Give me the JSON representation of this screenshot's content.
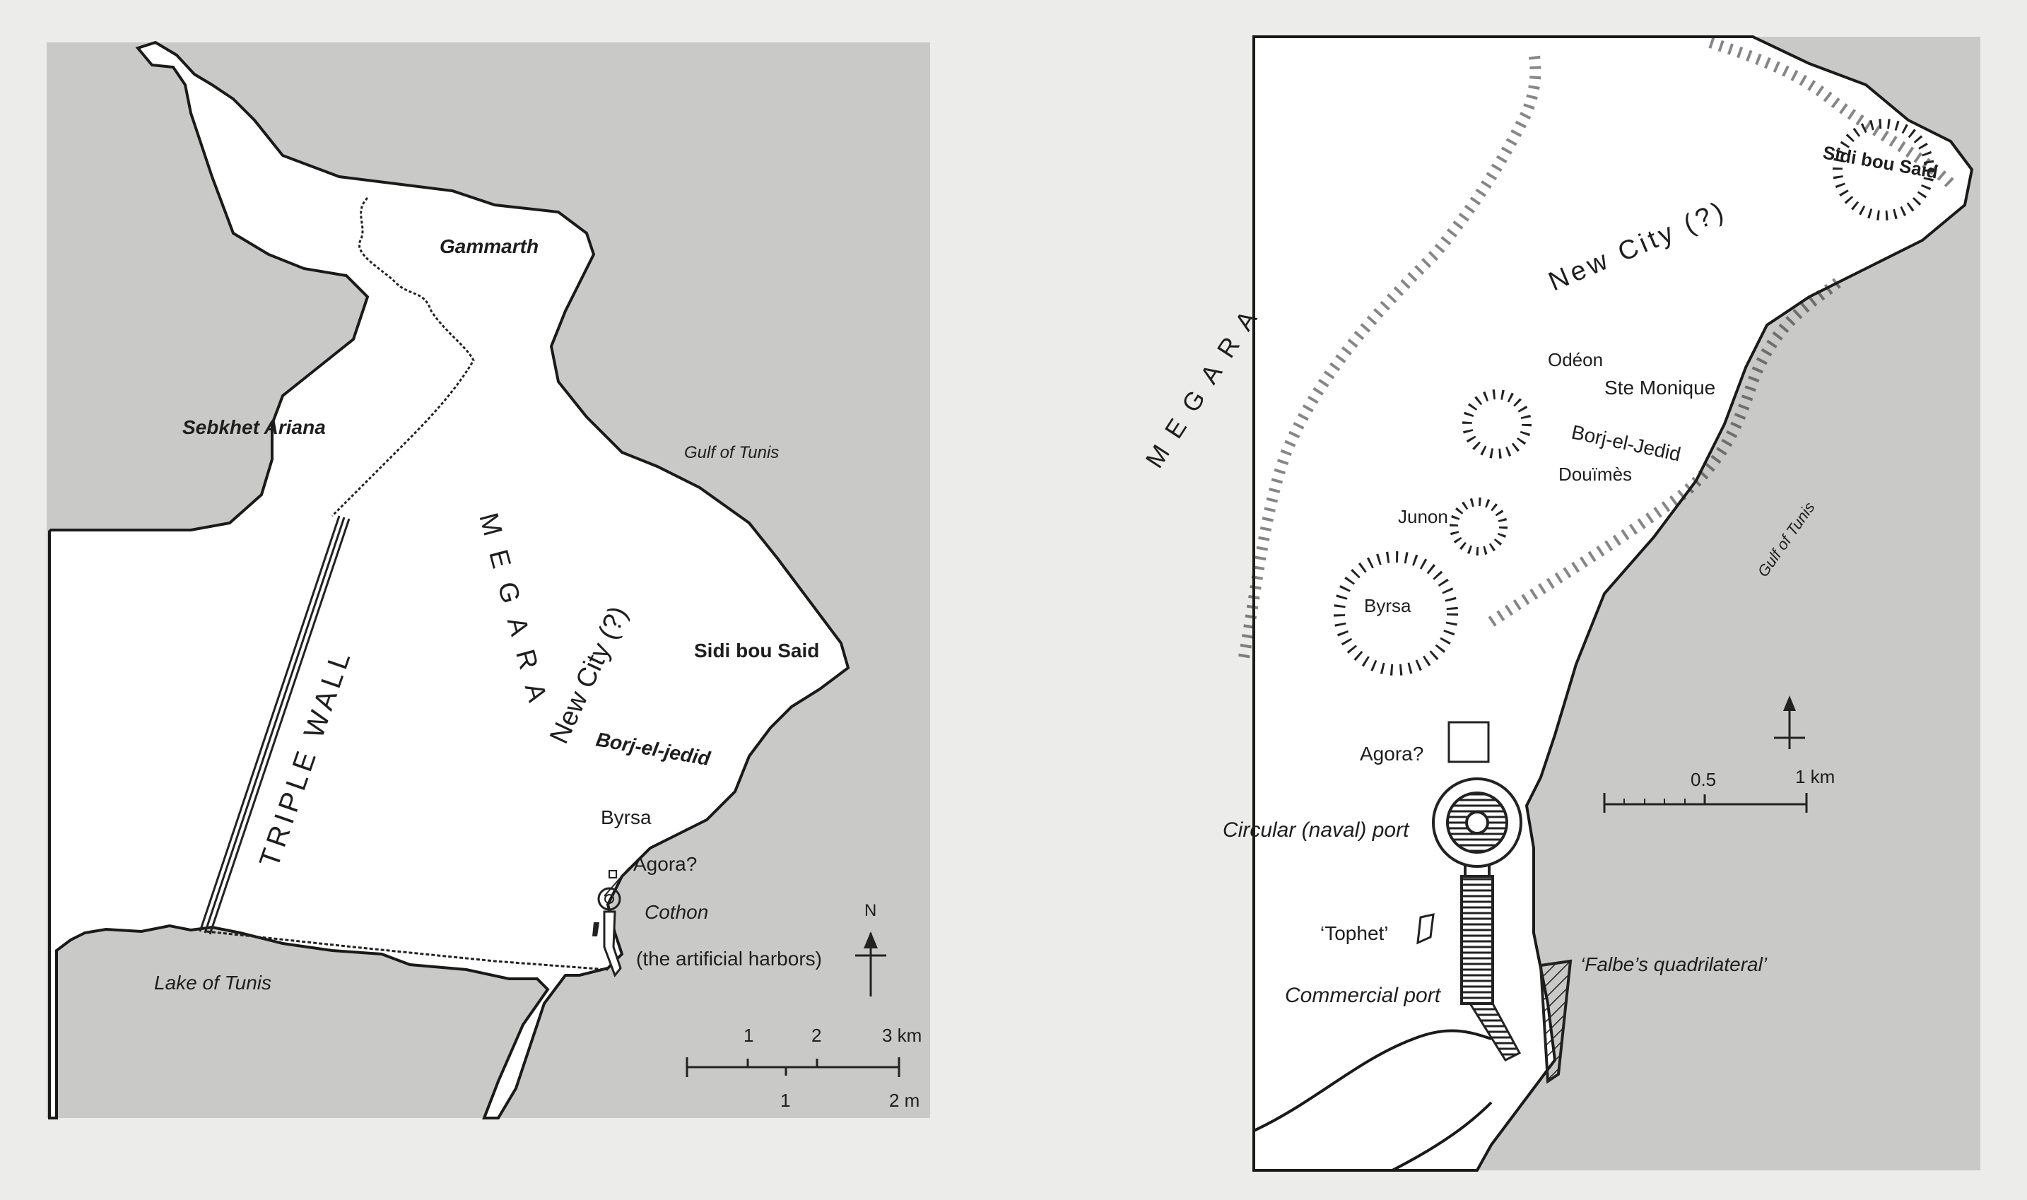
{
  "left_map": {
    "places": {
      "gammarth": "Gammarth",
      "sebkhet": "Sebkhet Ariana",
      "gulf": "Gulf of Tunis",
      "megara": "MEGARA",
      "new_city": "New City (?)",
      "sidi": "Sidi bou Said",
      "borj": "Borj-el-jedid",
      "byrsa": "Byrsa",
      "agora": "Agora?",
      "cothon": "Cothon",
      "cothon_note": "(the artificial harbors)",
      "lake": "Lake of Tunis",
      "triple_wall": "TRIPLE WALL"
    },
    "north": "N",
    "scale_km": [
      "1",
      "2",
      "3 km"
    ],
    "scale_m": [
      "1",
      "2 m"
    ]
  },
  "right_map": {
    "places": {
      "megara": "MEGARA",
      "new_city": "New City (?)",
      "sidi": "Sidi bou Said",
      "odeon": "Odéon",
      "monique": "Ste Monique",
      "borj": "Borj-el-Jedid",
      "douimes": "Douïmès",
      "junon": "Junon",
      "byrsa": "Byrsa",
      "gulf": "Gulf of Tunis",
      "agora": "Agora?",
      "circular": "Circular (naval) port",
      "tophet": "‘Tophet’",
      "commercial": "Commercial port",
      "falbe": "‘Falbe’s quadrilateral’"
    },
    "scale": [
      "0.5",
      "1 km"
    ]
  }
}
